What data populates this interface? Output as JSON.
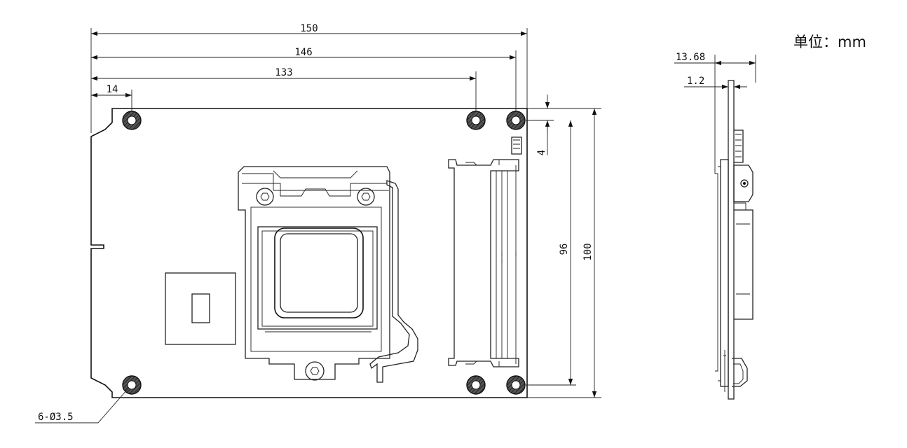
{
  "unit_label": "单位：mm",
  "dimensions": {
    "overall_width": "150",
    "hole_outer_span": "146",
    "hole_inner_span": "133",
    "edge_offset": "14",
    "top_offset": "4",
    "hole_vertical_span": "96",
    "overall_height": "100",
    "total_thickness": "13.68",
    "pcb_thickness": "1.2",
    "hole_spec": "6-Ø3.5"
  }
}
